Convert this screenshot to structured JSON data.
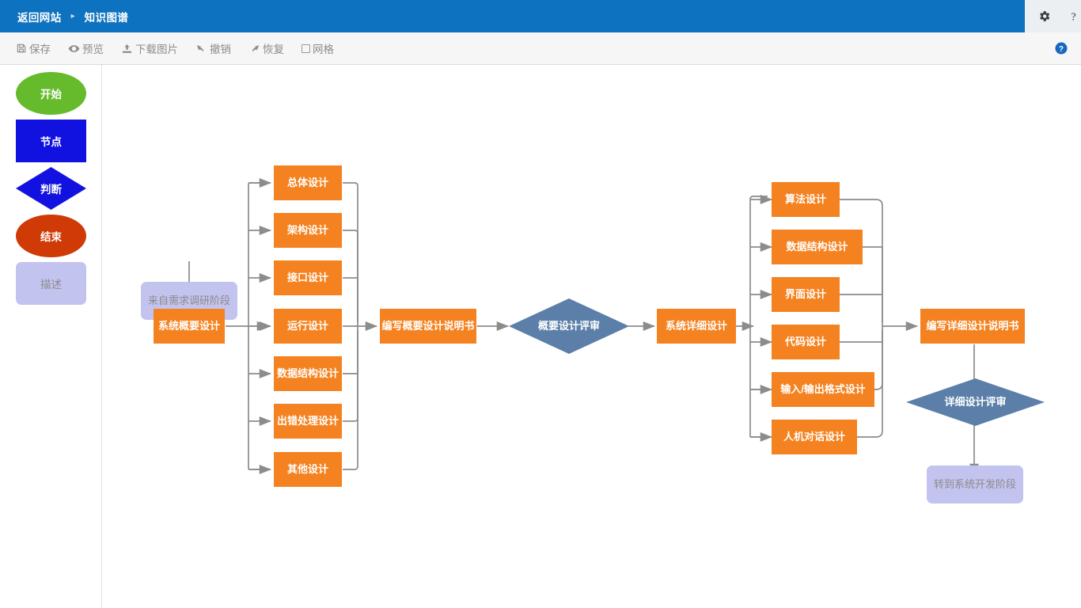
{
  "header": {
    "back_link": "返回网站",
    "separator": "▸",
    "title": "知识图谱",
    "gear_icon": "gear-icon",
    "help_icon": "question-mark-icon"
  },
  "toolbar": {
    "items": [
      {
        "label": "保存",
        "icon": "save-icon"
      },
      {
        "label": "预览",
        "icon": "eye-icon"
      },
      {
        "label": "下载图片",
        "icon": "download-image-icon"
      },
      {
        "label": "撤销",
        "icon": "undo-arrow-icon"
      },
      {
        "label": "恢复",
        "icon": "redo-arrow-icon"
      },
      {
        "label": "网格",
        "icon": "checkbox-icon"
      }
    ],
    "help_icon": "help-circle-icon"
  },
  "palette": {
    "items": [
      {
        "label": "开始",
        "shape": "ellipse",
        "color": "#66bb2d"
      },
      {
        "label": "节点",
        "shape": "rectangle",
        "color": "#1212e0"
      },
      {
        "label": "判断",
        "shape": "diamond",
        "color": "#1212e0"
      },
      {
        "label": "结束",
        "shape": "ellipse",
        "color": "#cf3a06"
      },
      {
        "label": "描述",
        "shape": "rounded-rectangle",
        "color": "#c3c3ef"
      }
    ]
  },
  "colors": {
    "header_blue": "#0d72bf",
    "process_orange": "#f58220",
    "decision_slate": "#5b7fa8",
    "description_lavender": "#c3c3ef",
    "edge_gray": "#8c8c8c"
  },
  "diagram": {
    "nodes": [
      {
        "id": "src",
        "label": "来自需求调研阶段",
        "type": "description"
      },
      {
        "id": "sysoutline",
        "label": "系统概要设计",
        "type": "process"
      },
      {
        "id": "g1n1",
        "label": "总体设计",
        "type": "process"
      },
      {
        "id": "g1n2",
        "label": "架构设计",
        "type": "process"
      },
      {
        "id": "g1n3",
        "label": "接口设计",
        "type": "process"
      },
      {
        "id": "g1n4",
        "label": "运行设计",
        "type": "process"
      },
      {
        "id": "g1n5",
        "label": "数据结构设计",
        "type": "process"
      },
      {
        "id": "g1n6",
        "label": "出错处理设计",
        "type": "process"
      },
      {
        "id": "g1n7",
        "label": "其他设计",
        "type": "process"
      },
      {
        "id": "doc1",
        "label": "编写概要设计说明书",
        "type": "process"
      },
      {
        "id": "rev1",
        "label": "概要设计评审",
        "type": "decision"
      },
      {
        "id": "sysdetail",
        "label": "系统详细设计",
        "type": "process"
      },
      {
        "id": "g2n1",
        "label": "算法设计",
        "type": "process"
      },
      {
        "id": "g2n2",
        "label": "数据结构设计",
        "type": "process"
      },
      {
        "id": "g2n3",
        "label": "界面设计",
        "type": "process"
      },
      {
        "id": "g2n4",
        "label": "代码设计",
        "type": "process"
      },
      {
        "id": "g2n5",
        "label": "输入/输出格式设计",
        "type": "process"
      },
      {
        "id": "g2n6",
        "label": "人机对话设计",
        "type": "process"
      },
      {
        "id": "doc2",
        "label": "编写详细设计说明书",
        "type": "process"
      },
      {
        "id": "rev2",
        "label": "详细设计评审",
        "type": "decision"
      },
      {
        "id": "next",
        "label": "转到系统开发阶段",
        "type": "description"
      }
    ]
  }
}
